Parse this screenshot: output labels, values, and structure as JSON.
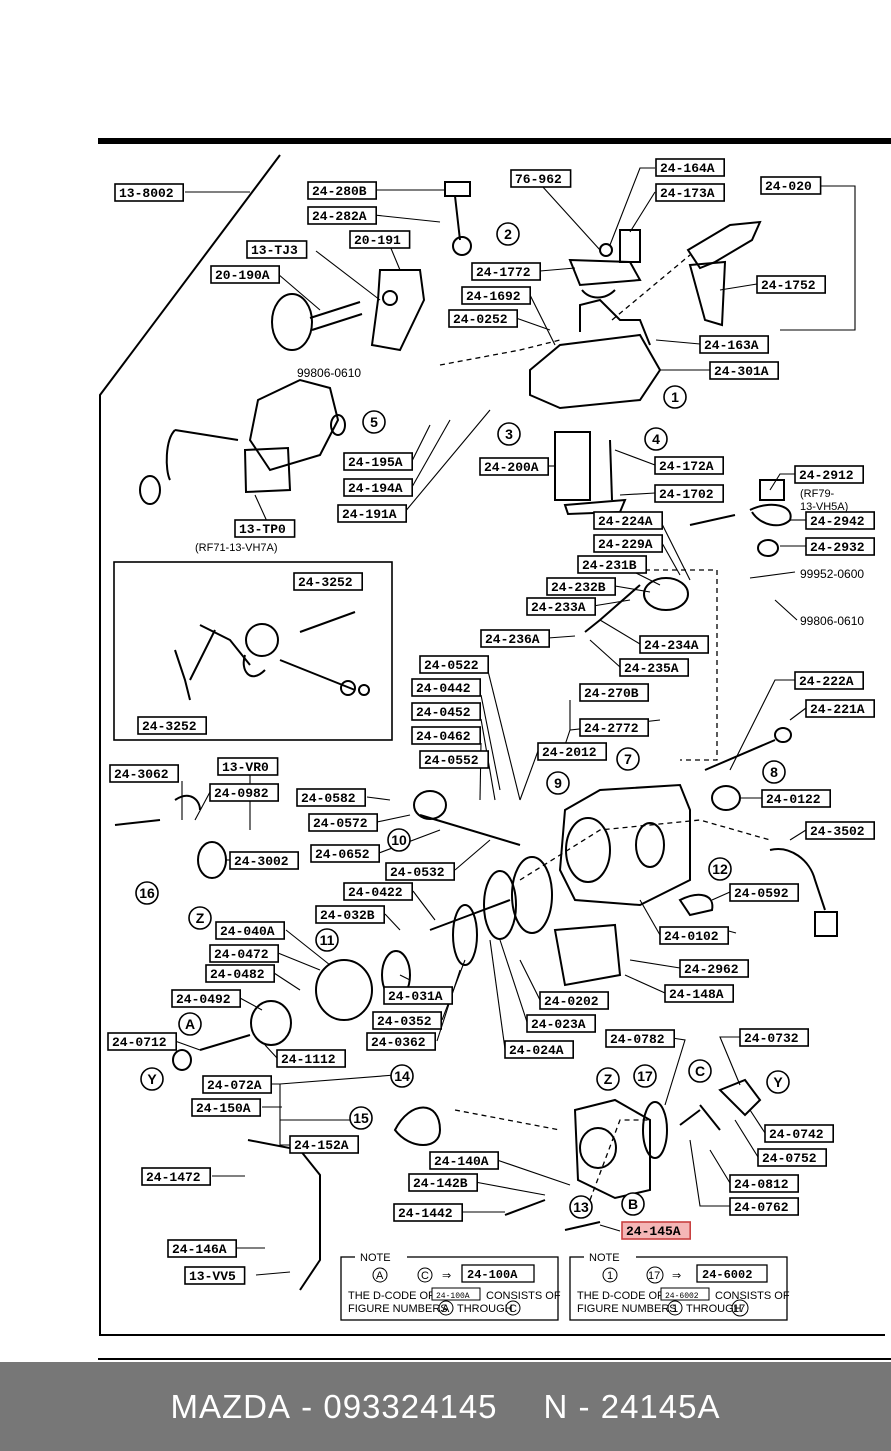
{
  "diagram": {
    "labels": [
      {
        "id": "13-8002"
      },
      {
        "id": "24-280B"
      },
      {
        "id": "24-282A"
      },
      {
        "id": "76-962"
      },
      {
        "id": "24-164A"
      },
      {
        "id": "24-173A"
      },
      {
        "id": "24-020"
      },
      {
        "id": "20-191"
      },
      {
        "id": "13-TJ3"
      },
      {
        "id": "20-190A"
      },
      {
        "id": "24-1772"
      },
      {
        "id": "24-1692"
      },
      {
        "id": "24-0252"
      },
      {
        "id": "24-1752"
      },
      {
        "id": "24-163A"
      },
      {
        "id": "24-301A"
      },
      {
        "id": "24-195A"
      },
      {
        "id": "24-194A"
      },
      {
        "id": "24-191A"
      },
      {
        "id": "24-200A"
      },
      {
        "id": "24-172A"
      },
      {
        "id": "24-1702"
      },
      {
        "id": "24-2912"
      },
      {
        "id": "24-2942"
      },
      {
        "id": "24-2932"
      },
      {
        "id": "24-224A"
      },
      {
        "id": "24-229A"
      },
      {
        "id": "24-231B"
      },
      {
        "id": "24-232B"
      },
      {
        "id": "24-233A"
      },
      {
        "id": "24-234A"
      },
      {
        "id": "24-235A"
      },
      {
        "id": "24-236A"
      },
      {
        "id": "13-TP0"
      },
      {
        "id": "24-3252"
      },
      {
        "id": "24-0522"
      },
      {
        "id": "24-0442"
      },
      {
        "id": "24-0452"
      },
      {
        "id": "24-0462"
      },
      {
        "id": "24-0552"
      },
      {
        "id": "24-270B"
      },
      {
        "id": "24-2772"
      },
      {
        "id": "24-2012"
      },
      {
        "id": "24-222A"
      },
      {
        "id": "24-221A"
      },
      {
        "id": "13-VR0"
      },
      {
        "id": "24-3062"
      },
      {
        "id": "24-0982"
      },
      {
        "id": "24-0582"
      },
      {
        "id": "24-0572"
      },
      {
        "id": "24-0652"
      },
      {
        "id": "24-0532"
      },
      {
        "id": "24-0122"
      },
      {
        "id": "24-3502"
      },
      {
        "id": "24-3002"
      },
      {
        "id": "24-0422"
      },
      {
        "id": "24-032B"
      },
      {
        "id": "24-0592"
      },
      {
        "id": "24-0102"
      },
      {
        "id": "24-040A"
      },
      {
        "id": "24-0472"
      },
      {
        "id": "24-0482"
      },
      {
        "id": "24-0492"
      },
      {
        "id": "24-031A"
      },
      {
        "id": "24-0352"
      },
      {
        "id": "24-0362"
      },
      {
        "id": "24-0202"
      },
      {
        "id": "24-023A"
      },
      {
        "id": "24-024A"
      },
      {
        "id": "24-2962"
      },
      {
        "id": "24-148A"
      },
      {
        "id": "24-0712"
      },
      {
        "id": "24-1112"
      },
      {
        "id": "24-072A"
      },
      {
        "id": "24-150A"
      },
      {
        "id": "24-152A"
      },
      {
        "id": "24-0782"
      },
      {
        "id": "24-0732"
      },
      {
        "id": "24-0742"
      },
      {
        "id": "24-0752"
      },
      {
        "id": "24-140A"
      },
      {
        "id": "24-142B"
      },
      {
        "id": "24-1442"
      },
      {
        "id": "24-0812"
      },
      {
        "id": "24-0762"
      },
      {
        "id": "24-1472"
      },
      {
        "id": "24-146A"
      },
      {
        "id": "13-VV5"
      },
      {
        "id": "24-145A"
      }
    ],
    "free_text": {
      "p99806_0610a": "99806-0610",
      "p99952_0600": "99952-0600",
      "p99806_0610b": "99806-0610",
      "rf71": "(RF71-13-VH7A)",
      "rf79a": "(RF79-",
      "rf79b": "13-VH5A)"
    },
    "callouts": [
      "1",
      "2",
      "3",
      "4",
      "5",
      "7",
      "8",
      "9",
      "10",
      "11",
      "12",
      "13",
      "14",
      "15",
      "16",
      "17",
      "Z",
      "Y",
      "A",
      "B",
      "C"
    ],
    "highlighted": "24-145A",
    "notes": [
      {
        "title": "NOTE",
        "range_start": "A",
        "range_end": "C",
        "arrow": "⇒",
        "target": "24-100A",
        "line1_a": "THE D-CODE OF",
        "line1_b": "CONSISTS OF",
        "line2_a": "FIGURE NUMBERS",
        "line2_b": "THROUGH"
      },
      {
        "title": "NOTE",
        "range_start": "1",
        "range_end": "17",
        "arrow": "⇒",
        "target": "24-6002",
        "line1_a": "THE D-CODE OF",
        "line1_b": "CONSISTS OF",
        "line2_a": "FIGURE NUMBERS",
        "line2_b": "THROUGH"
      }
    ]
  },
  "footer": {
    "brand": "MAZDA",
    "sep1": "-",
    "part_number": "093324145",
    "prefix": "N",
    "sep2": "-",
    "ref_code": "24145A"
  },
  "colors": {
    "highlight_fill": "#f4b6b6",
    "highlight_stroke": "#c84040",
    "footer_bg": "#777777",
    "footer_text": "#ffffff"
  }
}
